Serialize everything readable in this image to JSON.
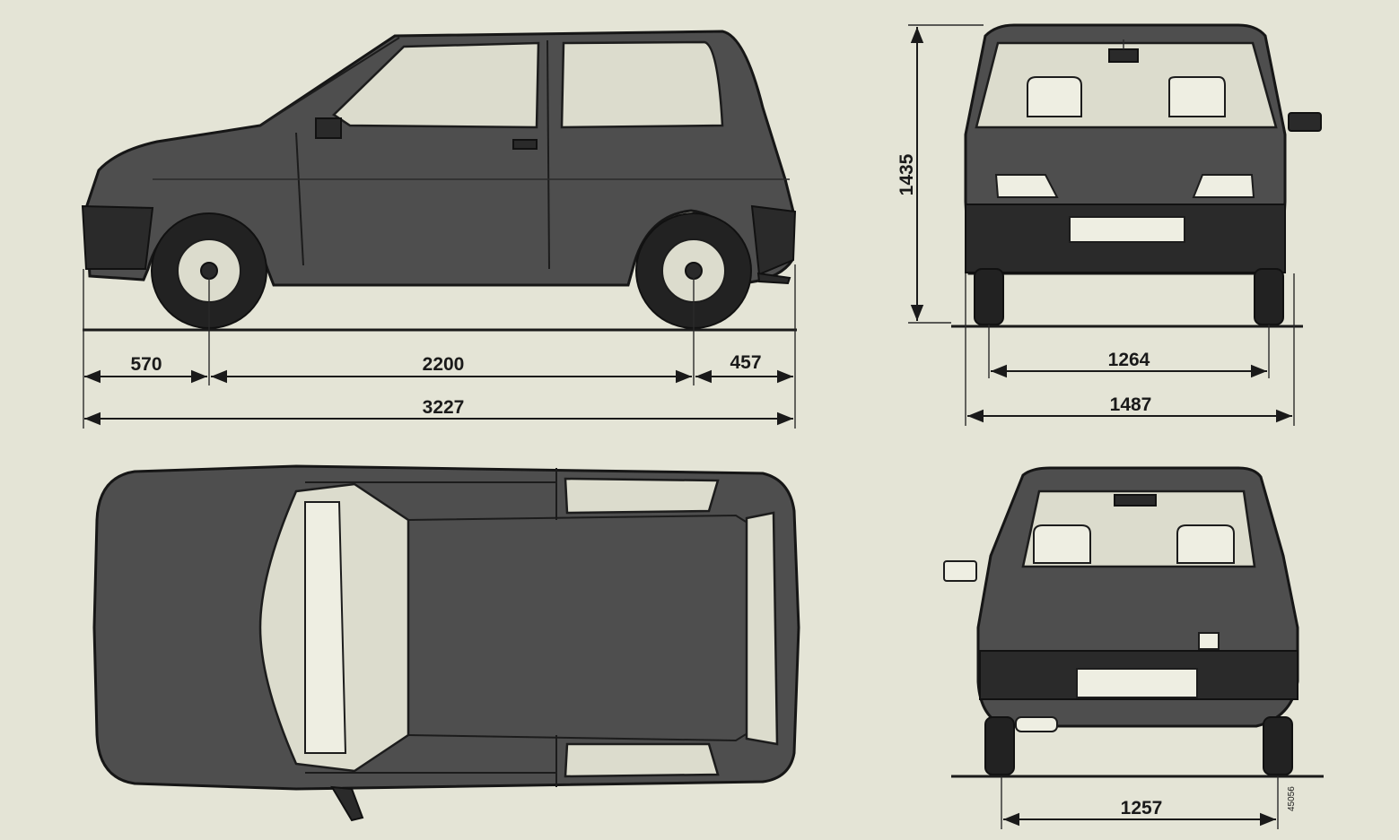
{
  "views": {
    "side": {
      "front_overhang": "570",
      "wheelbase": "2200",
      "rear_overhang": "457",
      "length": "3227"
    },
    "front": {
      "height": "1435",
      "front_track": "1264",
      "width": "1487"
    },
    "rear": {
      "rear_track": "1257"
    }
  },
  "drawing_code": "45056"
}
